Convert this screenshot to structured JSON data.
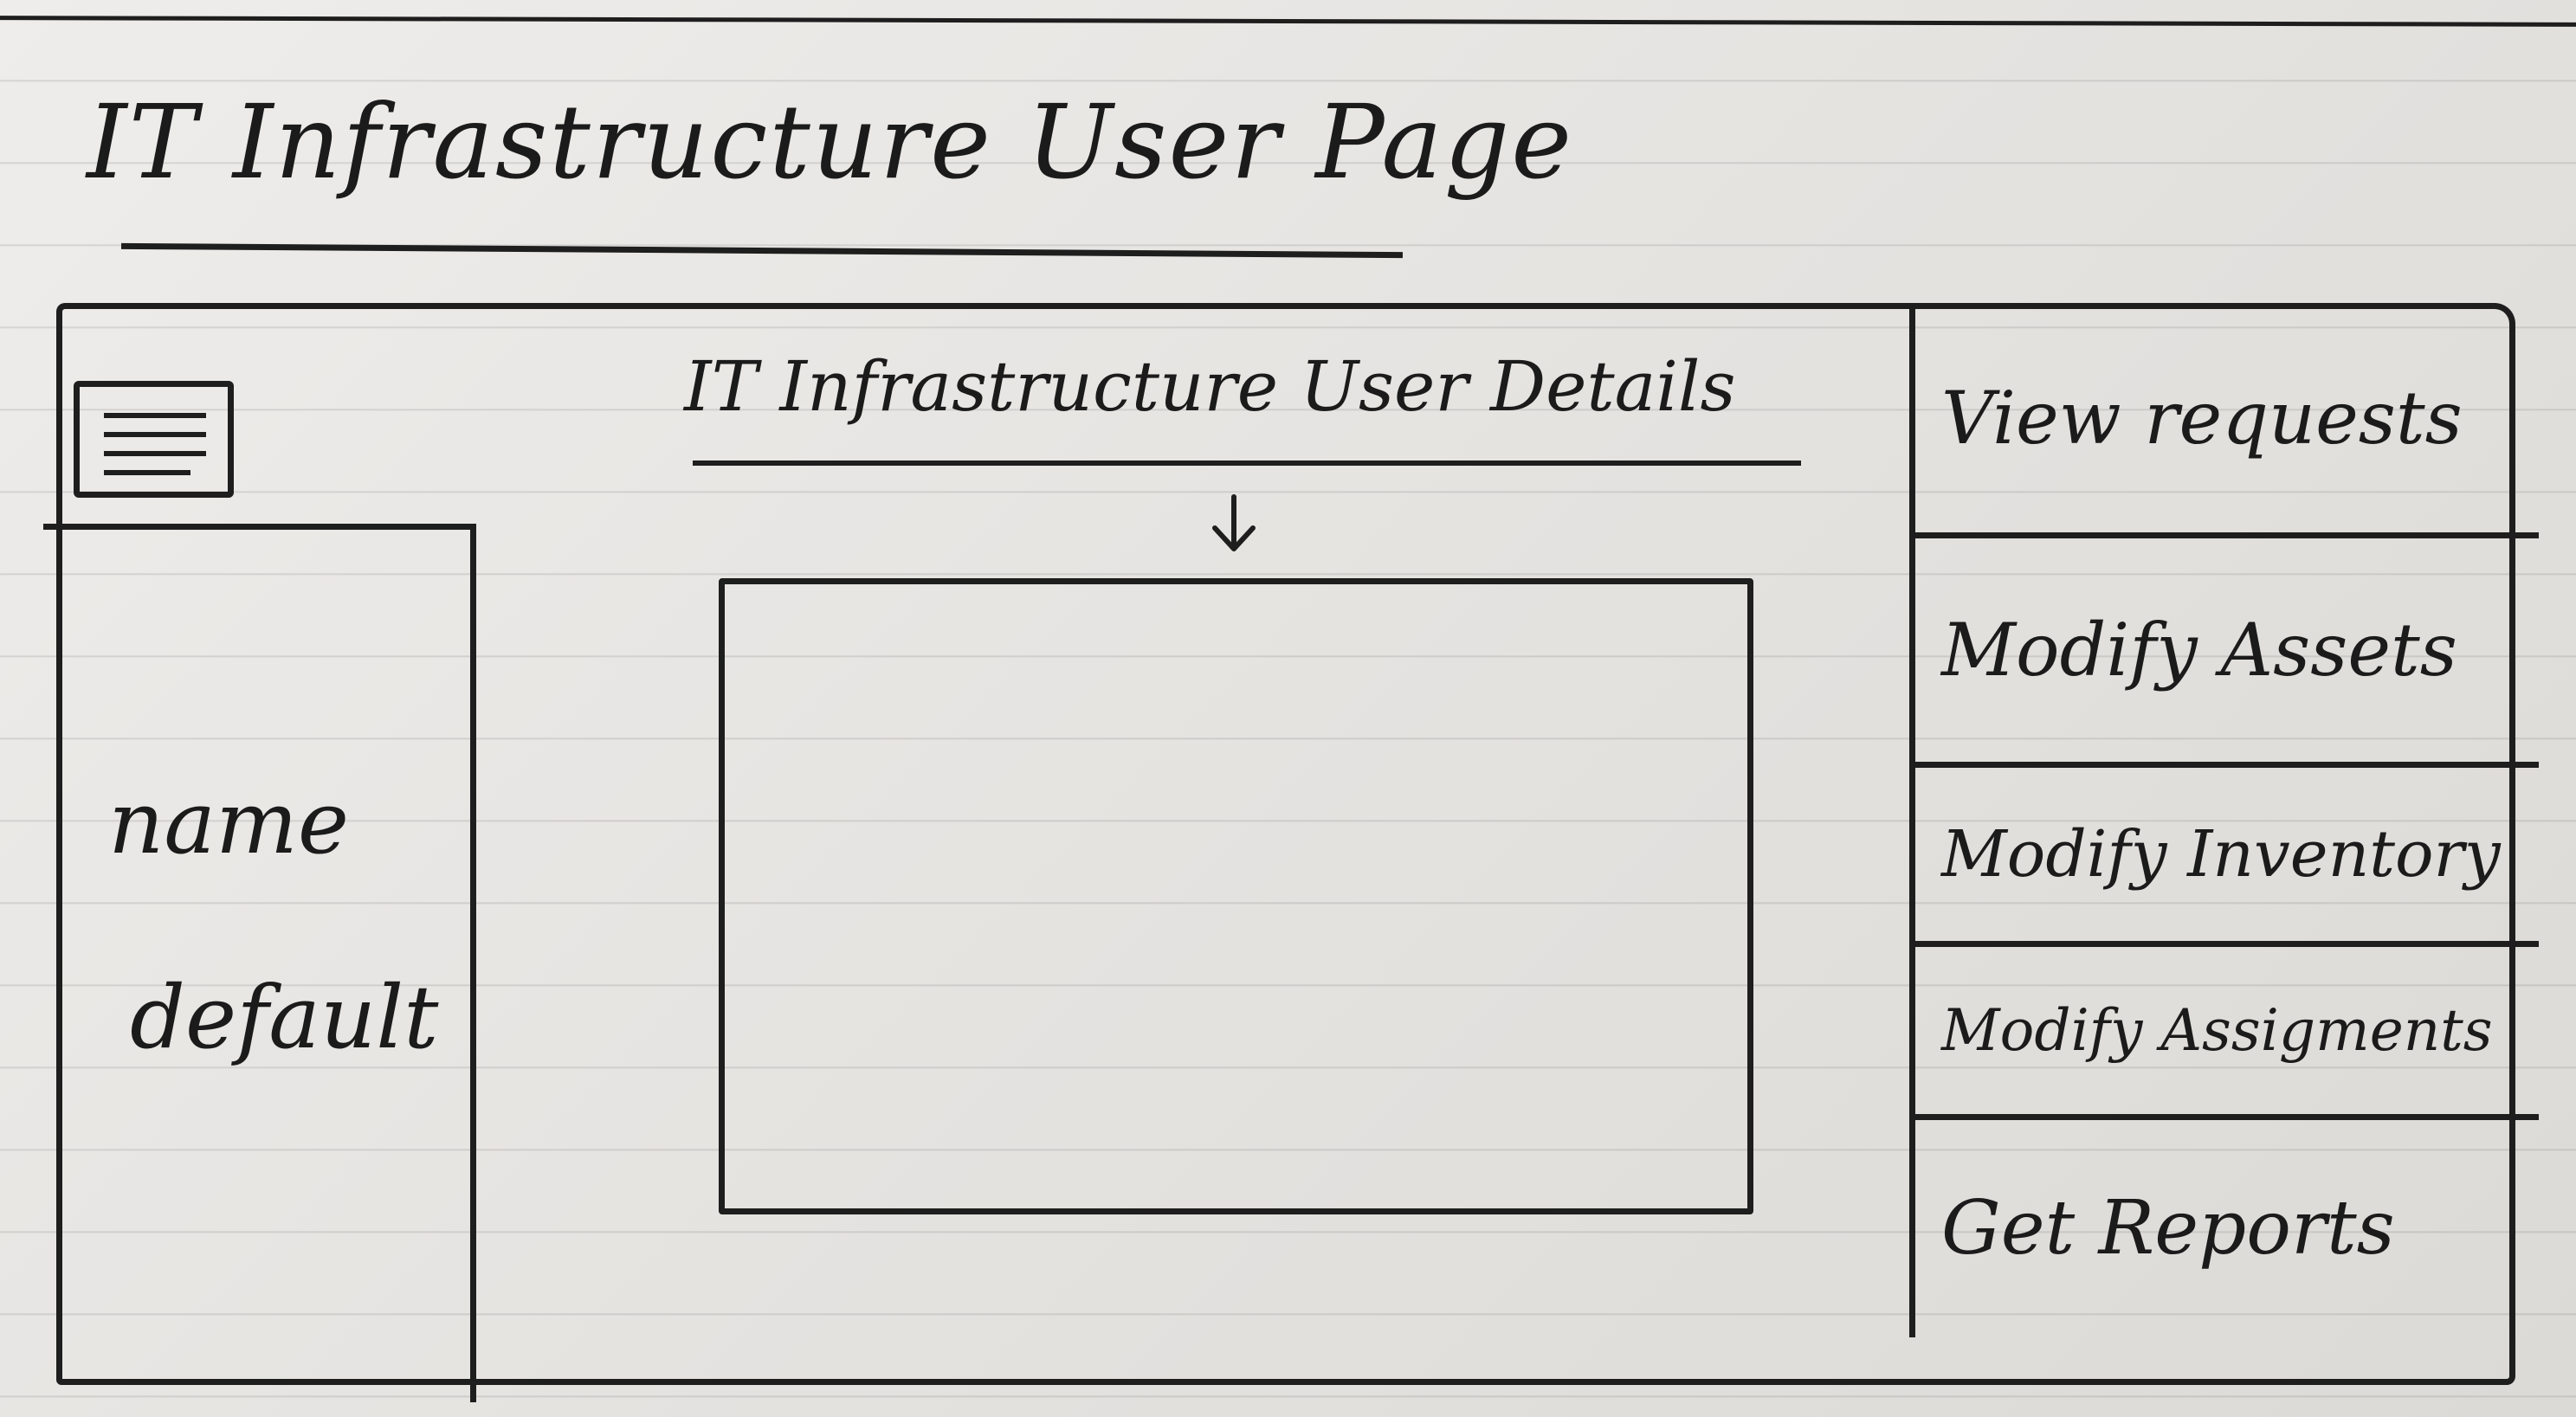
{
  "header": {
    "title": "IT Infrastructure User Page"
  },
  "left_panel": {
    "logo_icon": "logo-icon",
    "name_label": "name",
    "default_label": "default"
  },
  "main": {
    "section_title": "IT Infrastructure User Details",
    "arrow_icon": "down-arrow-icon"
  },
  "menu": {
    "items": [
      {
        "label": "View requests"
      },
      {
        "label": "Modify Assets"
      },
      {
        "label": "Modify Inventory"
      },
      {
        "label": "Modify Assigments"
      },
      {
        "label": "Get Reports"
      }
    ]
  },
  "colors": {
    "ink": "#1e1e1e",
    "paper": "#e6e4e1"
  }
}
